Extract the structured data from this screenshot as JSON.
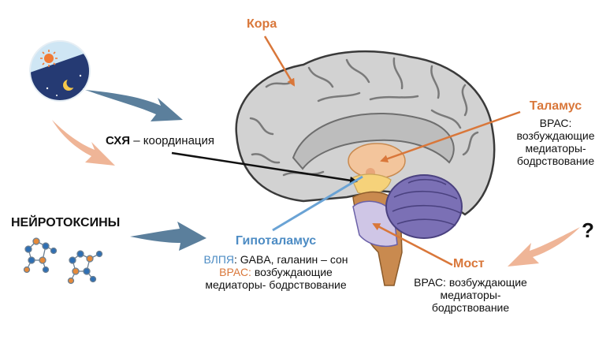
{
  "labels": {
    "cortex": "Кора",
    "thalamus": "Таламус",
    "thalamus_desc": [
      "ВРАС:",
      "возбуждающие",
      "медиаторы-",
      "бодрствование"
    ],
    "sch_bold": "СХЯ",
    "sch_rest": " – координация",
    "neurotoxins": "НЕЙРОТОКСИНЫ",
    "hypothalamus": "Гипоталамус",
    "vlpo_abbr": "ВЛПЯ",
    "vlpo_rest": ": GABA, галанин – сон",
    "aras_abbr": "ВРАС:",
    "aras_rest": " возбуждающие",
    "hypo_line3": "медиаторы- бодрствование",
    "pons": "Мост",
    "pons_desc": [
      "ВРАС: возбуждающие",
      "медиаторы-",
      "бодрствование"
    ],
    "question": "?"
  },
  "colors": {
    "orange": "#d9773a",
    "blue": "#4d8cc4",
    "arrow_blue": "#5b7f9c",
    "arrow_peach": "#efb597",
    "brain_grey": "#d2d2d2",
    "cerebellum": "#7b70b5",
    "brainstem": "#c98a4f"
  },
  "icons": [
    "day-night-icon",
    "molecule-icon",
    "molecule-icon",
    "brain-illustration"
  ]
}
